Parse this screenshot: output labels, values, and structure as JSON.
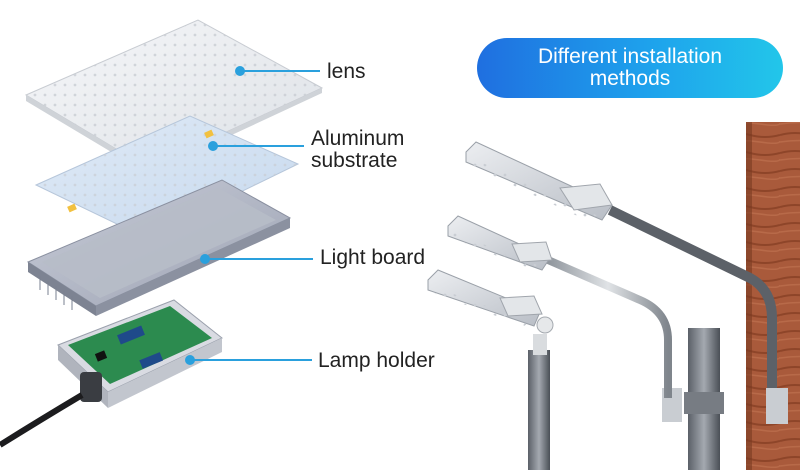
{
  "labels": {
    "lens": "lens",
    "aluminum_line1": "Aluminum",
    "aluminum_line2": "substrate",
    "light_board": "Light board",
    "lamp_holder": "Lamp holder"
  },
  "badge": {
    "line1": "Different installation",
    "line2": "methods"
  },
  "colors": {
    "accent_start": "#1f6fe0",
    "accent_end": "#22c6ea",
    "leader": "#2aa0dd",
    "wall": "#a8583a"
  }
}
